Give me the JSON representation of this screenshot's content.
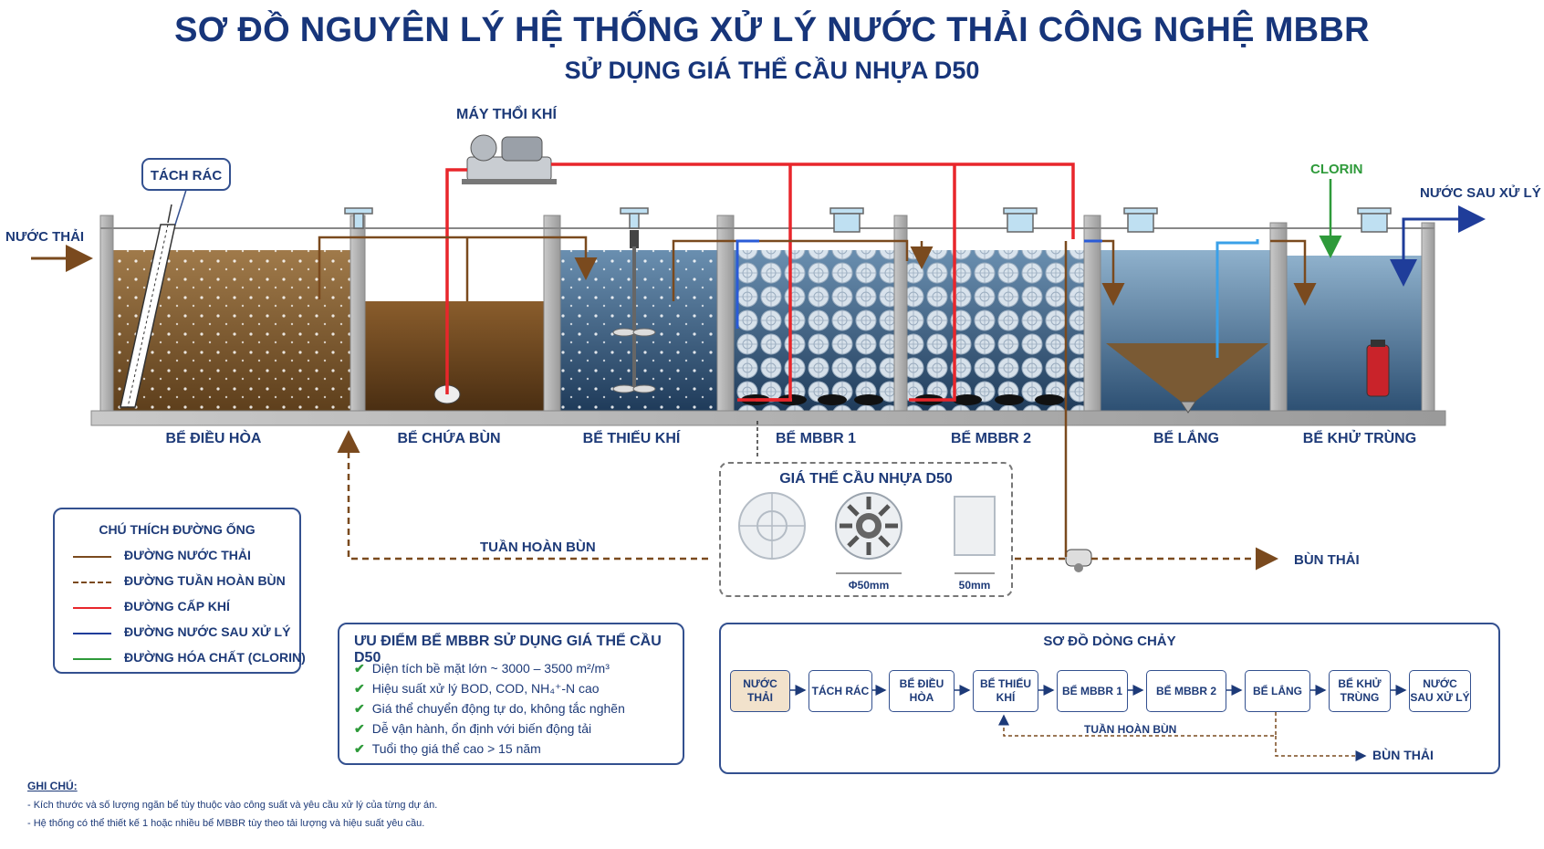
{
  "title": "SƠ ĐỒ NGUYÊN LÝ HỆ THỐNG XỬ LÝ NƯỚC THẢI CÔNG NGHỆ MBBR",
  "subtitle": "SỬ DỤNG GIÁ THỂ CẦU NHỰA D50",
  "labels": {
    "blower": "MÁY THỔI KHÍ",
    "screen": "TÁCH RÁC",
    "inlet": "NƯỚC THẢI",
    "chlorine": "CLORIN",
    "outlet": "NƯỚC SAU XỬ LÝ",
    "recirc": "TUẦN HOÀN BÙN",
    "waste_sludge": "BÙN THẢI"
  },
  "tanks": [
    {
      "name": "BỂ ĐIỀU HÒA"
    },
    {
      "name": "BỂ CHỨA BÙN"
    },
    {
      "name": "BỂ THIẾU KHÍ"
    },
    {
      "name": "BỂ MBBR 1"
    },
    {
      "name": "BỂ MBBR 2"
    },
    {
      "name": "BỂ LẮNG"
    },
    {
      "name": "BỂ KHỬ TRÙNG"
    }
  ],
  "media": {
    "title": "GIÁ THỂ CẦU NHỰA D50",
    "dim_diameter": "Φ50mm",
    "dim_height": "50mm"
  },
  "legend": {
    "title": "CHÚ THÍCH ĐƯỜNG ỐNG",
    "items": [
      {
        "label": "ĐƯỜNG NƯỚC THẢI",
        "color": "#7a4a1e",
        "dashed": false
      },
      {
        "label": "ĐƯỜNG TUẦN HOÀN BÙN",
        "color": "#7a4a1e",
        "dashed": true
      },
      {
        "label": "ĐƯỜNG CẤP KHÍ",
        "color": "#e8262b",
        "dashed": false
      },
      {
        "label": "ĐƯỜNG NƯỚC SAU XỬ LÝ",
        "color": "#1f3d9a",
        "dashed": false
      },
      {
        "label": "ĐƯỜNG HÓA CHẤT (CLORIN)",
        "color": "#2e9a3a",
        "dashed": false
      }
    ]
  },
  "advantages": {
    "title": "ƯU ĐIỂM BỂ MBBR SỬ DỤNG GIÁ THỂ CẦU D50",
    "items": [
      "Diện tích bề mặt lớn ~ 3000 – 3500 m²/m³",
      "Hiệu suất xử lý BOD, COD, NH₄⁺-N cao",
      "Giá thể chuyển động tự do, không tắc nghẽn",
      "Dễ vận hành, ổn định với biến động tải",
      "Tuổi thọ giá thể cao > 15 năm"
    ]
  },
  "flow": {
    "title": "SƠ ĐỒ DÒNG CHẢY",
    "nodes": [
      "NƯỚC THẢI",
      "TÁCH RÁC",
      "BỂ ĐIỀU HÒA",
      "BỂ THIẾU KHÍ",
      "BỂ MBBR 1",
      "BỂ MBBR 2",
      "BỂ LẮNG",
      "BỂ KHỬ TRÙNG",
      "NƯỚC SAU XỬ LÝ"
    ],
    "recirc_label": "TUẦN HOÀN BÙN",
    "waste_label": "BÙN THẢI"
  },
  "notes": {
    "title": "GHI CHÚ:",
    "items": [
      "- Kích thước và số lượng ngăn bể tùy thuộc vào công suất và yêu cầu xử lý của từng dự án.",
      "- Hệ thống có thể thiết kế 1 hoặc nhiều bể MBBR tùy theo tải lượng và hiệu suất yêu cầu."
    ]
  },
  "colors": {
    "title": "#17357a",
    "wastewater": "#7a4a1e",
    "air": "#e8262b",
    "treated": "#1f3d9a",
    "chlorine": "#2e9a3a"
  }
}
